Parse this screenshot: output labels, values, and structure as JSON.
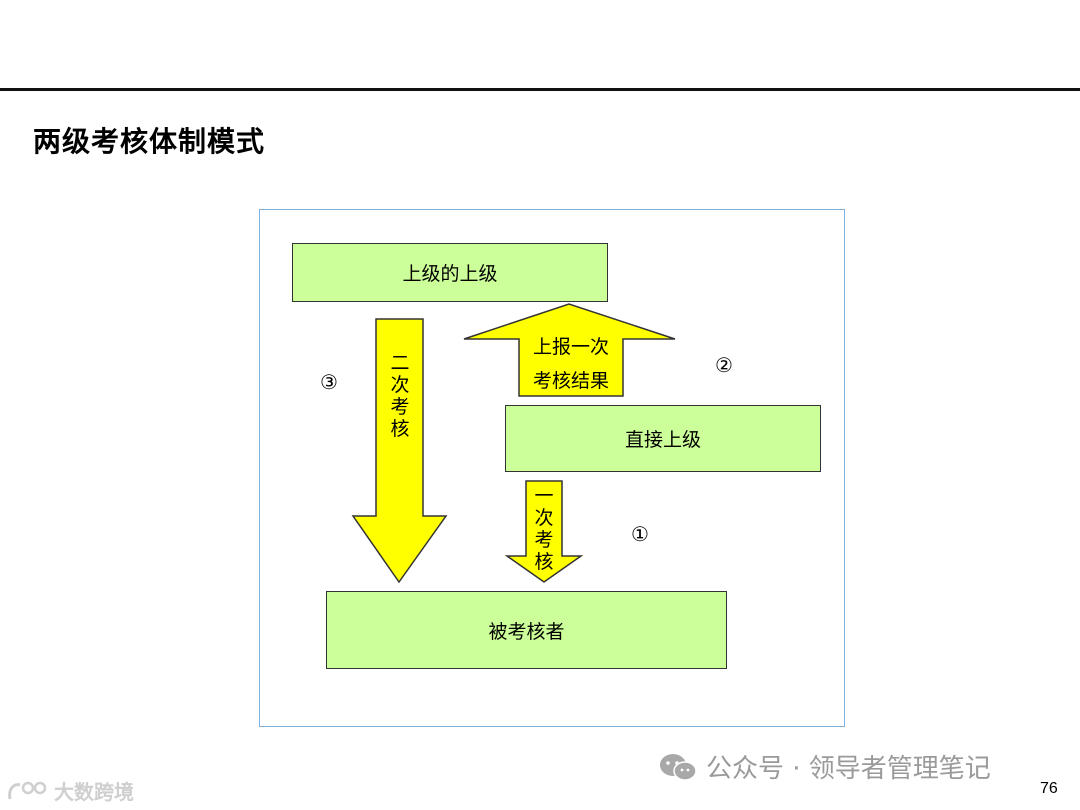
{
  "title": "两级考核体制模式",
  "boxes": {
    "top": "上级的上级",
    "direct": "直接上级",
    "appraisee": "被考核者"
  },
  "arrows": {
    "second_review": "二\n次\n考\n核",
    "report": "上报一次\n考核结果",
    "first_review": "一\n次\n考\n核"
  },
  "markers": {
    "one": "①",
    "two": "②",
    "three": "③"
  },
  "watermark": "公众号 · 领导者管理笔记",
  "brand": "大数跨境",
  "page_number": "76",
  "colors": {
    "box_fill": "#ccff99",
    "arrow_fill": "#ffff00",
    "frame": "#7fb2dd"
  }
}
